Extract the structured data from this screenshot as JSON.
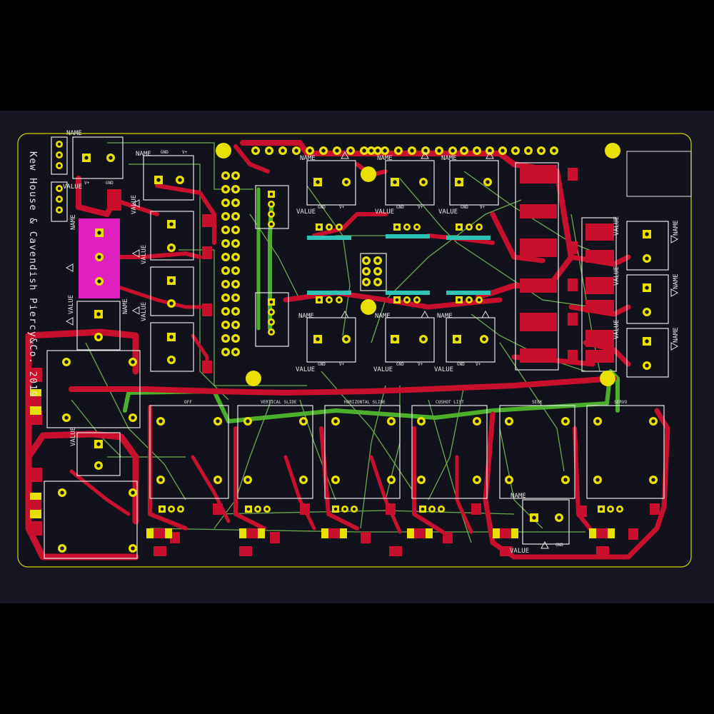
{
  "board": {
    "credit": "Kew House & Cavendish Piercy&Co. 2019",
    "labels": {
      "name": "NAME",
      "value": "VALUE",
      "gnd": "GND",
      "vplus": "V+"
    },
    "channels": [
      "OFF",
      "VERTICAL SLIDE",
      "HORIZONTAL SLIDE",
      "CUSHOT LIST",
      "SEEK",
      "SERVO"
    ]
  },
  "colors": {
    "background": "#161622",
    "copper_front": "#c8102e",
    "copper_back": "#4caf2a",
    "traces_thin": "#6aa84f",
    "pads": "#e8e000",
    "silkscreen": "#e6e6e6",
    "outline": "#d4d400",
    "highlight": "#e020c0",
    "teal": "#2ec4b6"
  },
  "icons": [
    "mounting-hole-icon",
    "pad-icon",
    "triangle-marker-icon"
  ]
}
